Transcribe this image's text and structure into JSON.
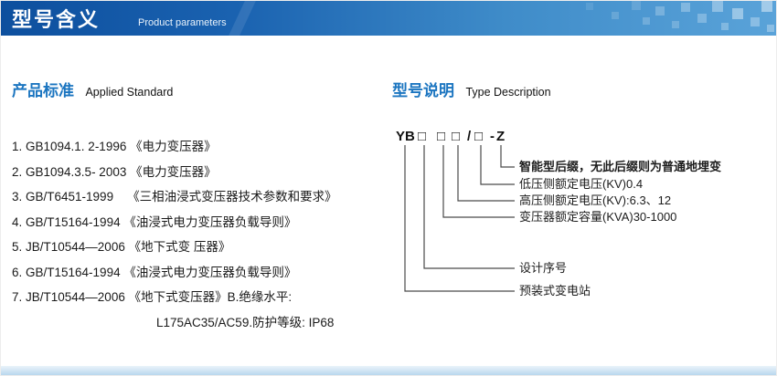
{
  "banner": {
    "title": "型号含义",
    "subtitle": "Product parameters"
  },
  "applied_standard": {
    "heading_zh": "产品标准",
    "heading_en": "Applied Standard",
    "items": [
      "1. GB1094.1. 2-1996 《电力变压器》",
      "2. GB1094.3.5- 2003 《电力变压器》",
      "3. GB/T6451-1999    《三相油浸式变压器技术参数和要求》",
      "4. GB/T15164-1994 《油浸式电力变压器负载导则》",
      "5. JB/T10544—2006 《地下式变 压器》",
      "6. GB/T15164-1994 《油浸式电力变压器负载导则》",
      "7. JB/T10544—2006 《地下式变压器》B.绝缘水平:",
      "L175AC35/AC59.防护等级: IP68"
    ]
  },
  "type_description": {
    "heading_zh": "型号说明",
    "heading_en": "Type Description",
    "model_parts": [
      "YB",
      "□",
      "□",
      "□",
      "/",
      "□",
      "-",
      "Z"
    ],
    "labels": [
      "智能型后缀，无此后缀则为普通地埋变",
      "低压侧额定电压(KV)0.4",
      "高压侧额定电压(KV):6.3、12",
      "变压器额定容量(KVA)30-1000",
      "设计序号",
      "预装式变电站"
    ]
  }
}
